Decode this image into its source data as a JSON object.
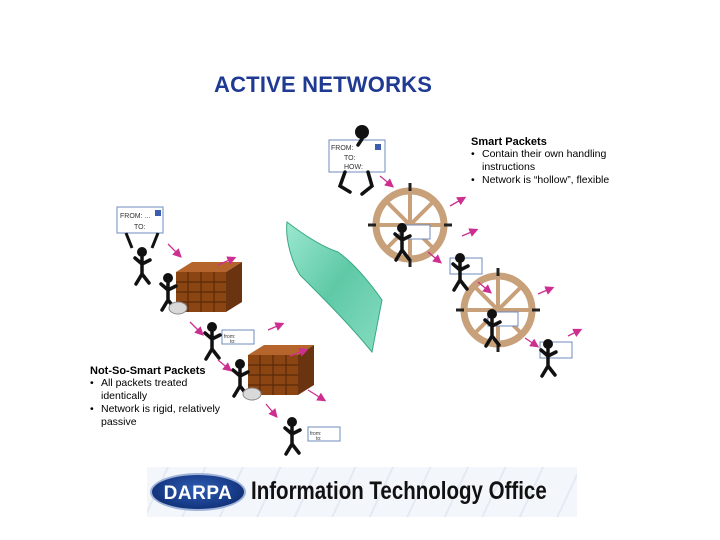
{
  "title": "ACTIVE NETWORKS",
  "smart_packets": {
    "heading": "Smart Packets",
    "bullets": [
      "Contain their own handling instructions",
      "Network is “hollow”, flexible"
    ]
  },
  "not_so_smart_packets": {
    "heading": "Not-So-Smart Packets",
    "bullets": [
      "All packets treated identically",
      "Network is rigid, relatively passive"
    ]
  },
  "envelopes": {
    "left_sign_from": "FROM: ...",
    "left_sign_to": "TO:",
    "top_sign_from": "FROM:",
    "top_sign_to": "TO:",
    "top_sign_how": "HOW:",
    "small_from": "from:",
    "small_to": "to:"
  },
  "banner": {
    "logo_text": "DARPA",
    "office_text": "Information Technology Office"
  },
  "colors": {
    "title": "#1f3a93",
    "arrow": "#cc2f8f",
    "wheel": "#c8a07a",
    "shelf": "#8b4513",
    "membrane": "#6fd3b0"
  }
}
